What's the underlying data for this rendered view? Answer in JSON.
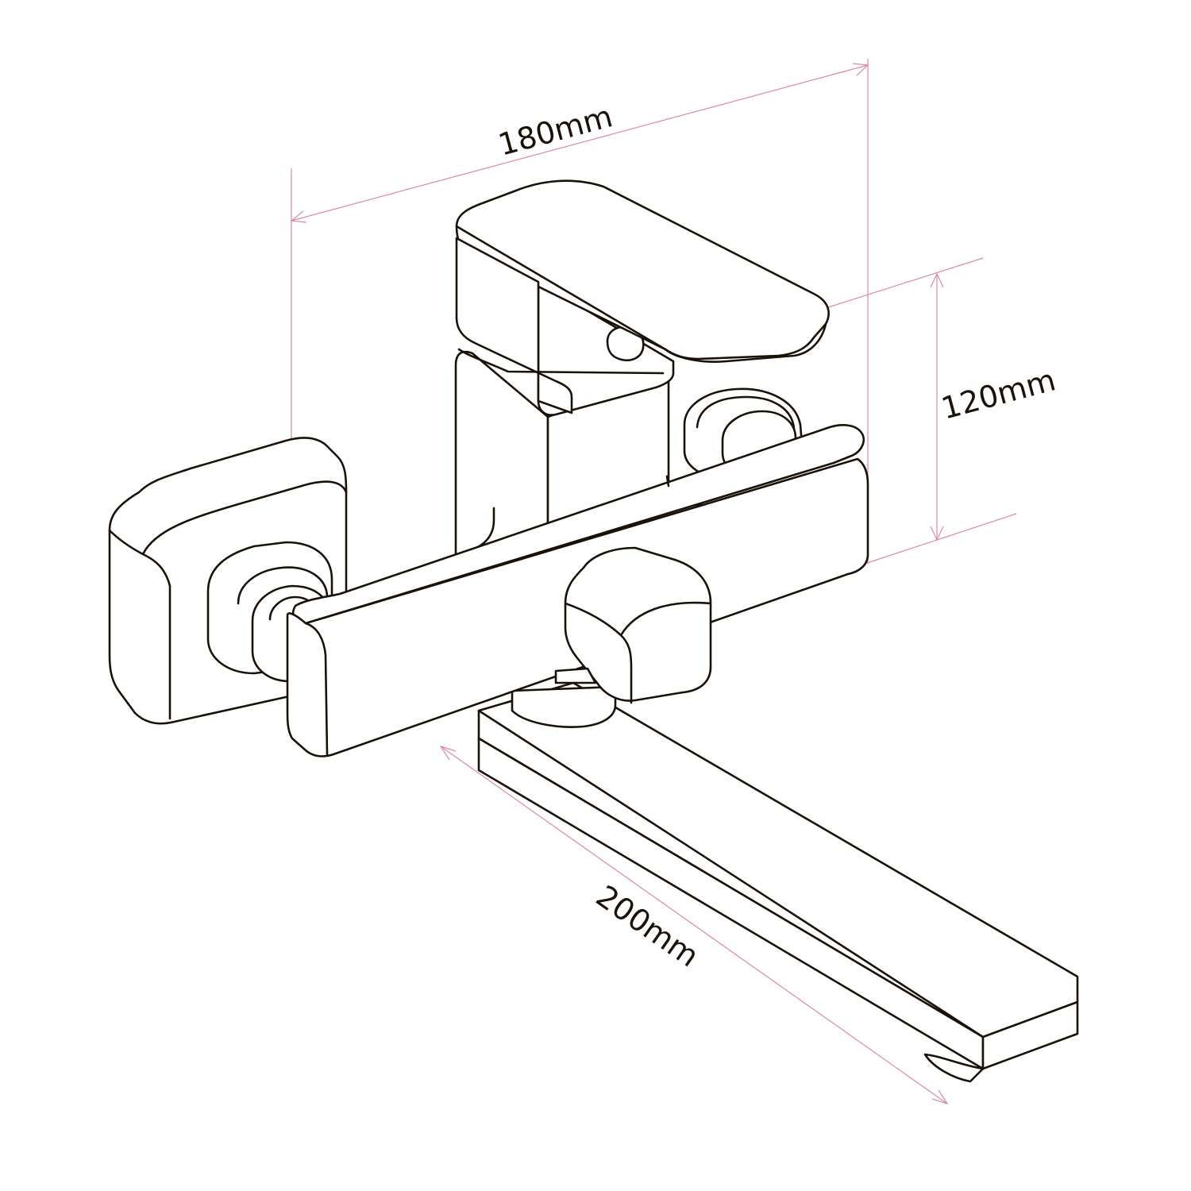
{
  "diagram": {
    "dimensions": {
      "width_label": "180mm",
      "height_label": "120mm",
      "spout_label": "200mm"
    },
    "colors": {
      "outline": "#1a1208",
      "dimension_line": "#d88aa6",
      "background": "#ffffff"
    }
  }
}
